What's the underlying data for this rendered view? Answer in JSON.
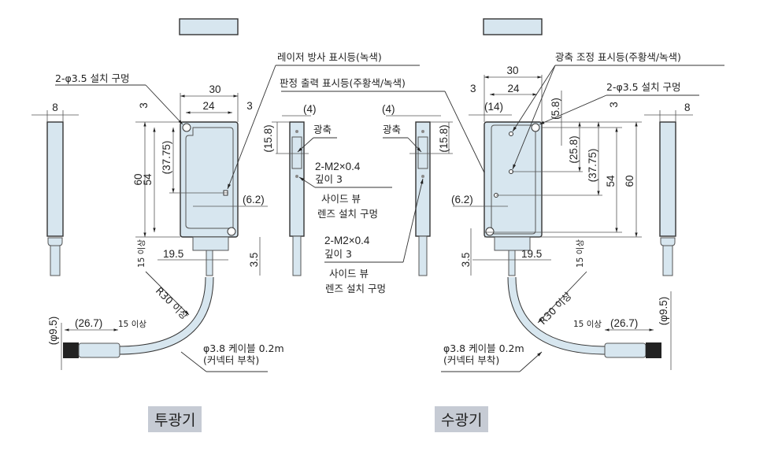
{
  "emitter": {
    "title": "투광기",
    "mount_hole": "2-φ3.5 설치 구멍",
    "laser_indicator": "레이저 방사 표시등(녹색)",
    "output_indicator": "판정 출력 표시등(주황색/녹색)",
    "side_view_screw_line1": "2-M2×0.4",
    "side_view_screw_line2": "깊이 3",
    "side_view_note_line1": "사이드 뷰",
    "side_view_note_line2": "렌즈 설치 구멍",
    "optical_axis": "광축",
    "cable_line1": "φ3.8 케이블 0.2m",
    "cable_line2": "(커넥터 부착)",
    "bend_radius": "R30 이상",
    "straight_len": "15 이상",
    "dims": {
      "width_total": "30",
      "width_inner": "24",
      "margin_right": "3",
      "margin_top": "3",
      "height_total": "60",
      "height_inner": "54",
      "axis_height": "(37.75)",
      "axis_offset": "(6.2)",
      "cable_offset": "19.5",
      "cable_step": "3.5",
      "thickness": "8",
      "side_axis_offset": "(4)",
      "side_axis_height": "(15.8)",
      "connector_len": "(26.7)",
      "connector_dia": "(φ9.5)"
    }
  },
  "receiver": {
    "title": "수광기",
    "mount_hole": "2-φ3.5 설치 구멍",
    "axis_indicator": "광축 조정 표시등(주황색/녹색)",
    "side_view_screw_line1": "2-M2×0.4",
    "side_view_screw_line2": "깊이 3",
    "side_view_note_line1": "사이드 뷰",
    "side_view_note_line2": "렌즈 설치 구멍",
    "optical_axis": "광축",
    "cable_line1": "φ3.8 케이블 0.2m",
    "cable_line2": "(커넥터 부착)",
    "bend_radius": "R30 이상",
    "straight_len": "15 이상",
    "dims": {
      "width_total": "30",
      "width_inner": "24",
      "margin_left": "3",
      "margin_top": "3",
      "indicator_x": "(14)",
      "indicator_top": "(5.8)",
      "indicator_bottom": "(25.8)",
      "height_total": "60",
      "height_inner": "54",
      "axis_height": "(37.75)",
      "axis_offset": "(6.2)",
      "cable_offset": "19.5",
      "cable_step": "3.5",
      "thickness": "8",
      "side_axis_offset": "(4)",
      "side_axis_height": "(15.8)",
      "connector_len": "(26.7)",
      "connector_dia": "(φ9.5)"
    }
  }
}
